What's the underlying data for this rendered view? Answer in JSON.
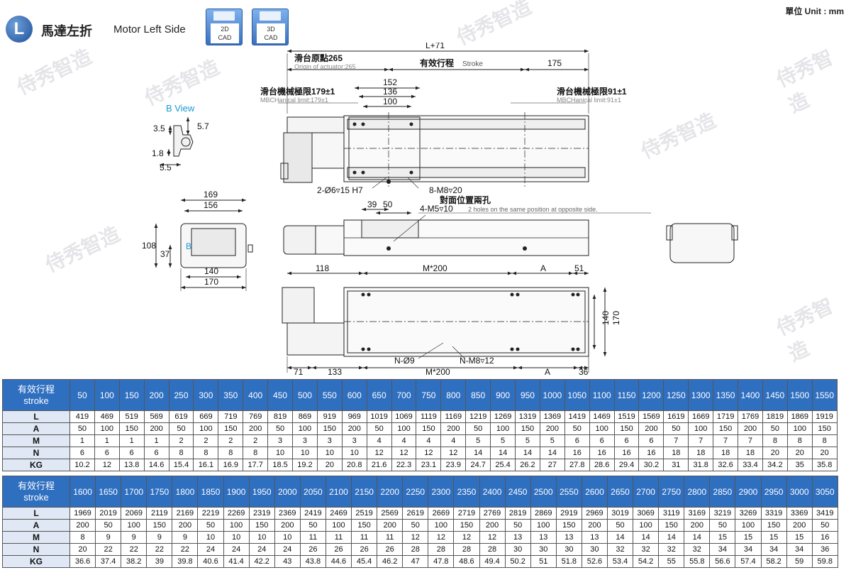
{
  "header": {
    "badge": "L",
    "title_cn": "馬達左折",
    "title_en": "Motor Left Side",
    "cad2d": [
      "2D",
      "CAD"
    ],
    "cad3d": [
      "3D",
      "CAD"
    ],
    "unit": "單位 Unit : mm",
    "watermark": "侍秀智造"
  },
  "drawing": {
    "top": {
      "overall": "L+71",
      "origin_cn": "滑台原點265",
      "origin_en": "Origin of actuator:265",
      "stroke_cn": "有效行程",
      "stroke_en": "Stroke",
      "right_dim": "175",
      "limit_left_cn": "滑台機械極限179±1",
      "limit_left_en": "MBCHanical limit:179±1",
      "limit_right_cn": "滑台機械極限91±1",
      "limit_right_en": "MBCHanical limit:91±1",
      "d152": "152",
      "d136": "136",
      "d100": "100",
      "pin_holes": "2-Ø6▿15 H7",
      "tapped_holes": "8-M8▿20"
    },
    "bview": {
      "title": "B View",
      "d35": "3.5",
      "d57": "5.7",
      "d18": "1.8",
      "d55": "5.5"
    },
    "side": {
      "d169": "169",
      "d156": "156",
      "d108": "108",
      "d37": "37",
      "marker": "B",
      "d140": "140",
      "d170": "170",
      "d39": "39",
      "d50": "50",
      "opposite_cn": "對面位置兩孔",
      "m5": "4-M5▿10",
      "opposite_en": "2 holes on the same position at opposite side."
    },
    "bottom": {
      "d118": "118",
      "m200_top": "M*200",
      "a_top": "A",
      "d51": "51",
      "d140": "140",
      "d170": "170",
      "n_holes": "N-Ø9",
      "n_tapped": "N-M8▿12",
      "d71": "71",
      "d133": "133",
      "m200_bottom": "M*200",
      "a_bottom": "A",
      "d36": "36"
    }
  },
  "table1": {
    "header_cn": "有效行程",
    "header_en": "stroke",
    "strokes": [
      "50",
      "100",
      "150",
      "200",
      "250",
      "300",
      "350",
      "400",
      "450",
      "500",
      "550",
      "600",
      "650",
      "700",
      "750",
      "800",
      "850",
      "900",
      "950",
      "1000",
      "1050",
      "1100",
      "1150",
      "1200",
      "1250",
      "1300",
      "1350",
      "1400",
      "1450",
      "1500",
      "1550"
    ],
    "rows": [
      {
        "label": "L",
        "values": [
          "419",
          "469",
          "519",
          "569",
          "619",
          "669",
          "719",
          "769",
          "819",
          "869",
          "919",
          "969",
          "1019",
          "1069",
          "1119",
          "1169",
          "1219",
          "1269",
          "1319",
          "1369",
          "1419",
          "1469",
          "1519",
          "1569",
          "1619",
          "1669",
          "1719",
          "1769",
          "1819",
          "1869",
          "1919"
        ]
      },
      {
        "label": "A",
        "values": [
          "50",
          "100",
          "150",
          "200",
          "50",
          "100",
          "150",
          "200",
          "50",
          "100",
          "150",
          "200",
          "50",
          "100",
          "150",
          "200",
          "50",
          "100",
          "150",
          "200",
          "50",
          "100",
          "150",
          "200",
          "50",
          "100",
          "150",
          "200",
          "50",
          "100",
          "150"
        ]
      },
      {
        "label": "M",
        "values": [
          "1",
          "1",
          "1",
          "1",
          "2",
          "2",
          "2",
          "2",
          "3",
          "3",
          "3",
          "3",
          "4",
          "4",
          "4",
          "4",
          "5",
          "5",
          "5",
          "5",
          "6",
          "6",
          "6",
          "6",
          "7",
          "7",
          "7",
          "7",
          "8",
          "8",
          "8"
        ]
      },
      {
        "label": "N",
        "values": [
          "6",
          "6",
          "6",
          "6",
          "8",
          "8",
          "8",
          "8",
          "10",
          "10",
          "10",
          "10",
          "12",
          "12",
          "12",
          "12",
          "14",
          "14",
          "14",
          "14",
          "16",
          "16",
          "16",
          "16",
          "18",
          "18",
          "18",
          "18",
          "20",
          "20",
          "20"
        ]
      },
      {
        "label": "KG",
        "values": [
          "10.2",
          "12",
          "13.8",
          "14.6",
          "15.4",
          "16.1",
          "16.9",
          "17.7",
          "18.5",
          "19.2",
          "20",
          "20.8",
          "21.6",
          "22.3",
          "23.1",
          "23.9",
          "24.7",
          "25.4",
          "26.2",
          "27",
          "27.8",
          "28.6",
          "29.4",
          "30.2",
          "31",
          "31.8",
          "32.6",
          "33.4",
          "34.2",
          "35",
          "35.8"
        ]
      }
    ]
  },
  "table2": {
    "header_cn": "有效行程",
    "header_en": "stroke",
    "strokes": [
      "1600",
      "1650",
      "1700",
      "1750",
      "1800",
      "1850",
      "1900",
      "1950",
      "2000",
      "2050",
      "2100",
      "2150",
      "2200",
      "2250",
      "2300",
      "2350",
      "2400",
      "2450",
      "2500",
      "2550",
      "2600",
      "2650",
      "2700",
      "2750",
      "2800",
      "2850",
      "2900",
      "2950",
      "3000",
      "3050"
    ],
    "rows": [
      {
        "label": "L",
        "values": [
          "1969",
          "2019",
          "2069",
          "2119",
          "2169",
          "2219",
          "2269",
          "2319",
          "2369",
          "2419",
          "2469",
          "2519",
          "2569",
          "2619",
          "2669",
          "2719",
          "2769",
          "2819",
          "2869",
          "2919",
          "2969",
          "3019",
          "3069",
          "3119",
          "3169",
          "3219",
          "3269",
          "3319",
          "3369",
          "3419"
        ]
      },
      {
        "label": "A",
        "values": [
          "200",
          "50",
          "100",
          "150",
          "200",
          "50",
          "100",
          "150",
          "200",
          "50",
          "100",
          "150",
          "200",
          "50",
          "100",
          "150",
          "200",
          "50",
          "100",
          "150",
          "200",
          "50",
          "100",
          "150",
          "200",
          "50",
          "100",
          "150",
          "200",
          "50"
        ]
      },
      {
        "label": "M",
        "values": [
          "8",
          "9",
          "9",
          "9",
          "9",
          "10",
          "10",
          "10",
          "10",
          "11",
          "11",
          "11",
          "11",
          "12",
          "12",
          "12",
          "12",
          "13",
          "13",
          "13",
          "13",
          "14",
          "14",
          "14",
          "14",
          "15",
          "15",
          "15",
          "15",
          "16"
        ]
      },
      {
        "label": "N",
        "values": [
          "20",
          "22",
          "22",
          "22",
          "22",
          "24",
          "24",
          "24",
          "24",
          "26",
          "26",
          "26",
          "26",
          "28",
          "28",
          "28",
          "28",
          "30",
          "30",
          "30",
          "30",
          "32",
          "32",
          "32",
          "32",
          "34",
          "34",
          "34",
          "34",
          "36"
        ]
      },
      {
        "label": "KG",
        "values": [
          "36.6",
          "37.4",
          "38.2",
          "39",
          "39.8",
          "40.6",
          "41.4",
          "42.2",
          "43",
          "43.8",
          "44.6",
          "45.4",
          "46.2",
          "47",
          "47.8",
          "48.6",
          "49.4",
          "50.2",
          "51",
          "51.8",
          "52.6",
          "53.4",
          "54.2",
          "55",
          "55.8",
          "56.6",
          "57.4",
          "58.2",
          "59",
          "59.8"
        ]
      }
    ]
  }
}
